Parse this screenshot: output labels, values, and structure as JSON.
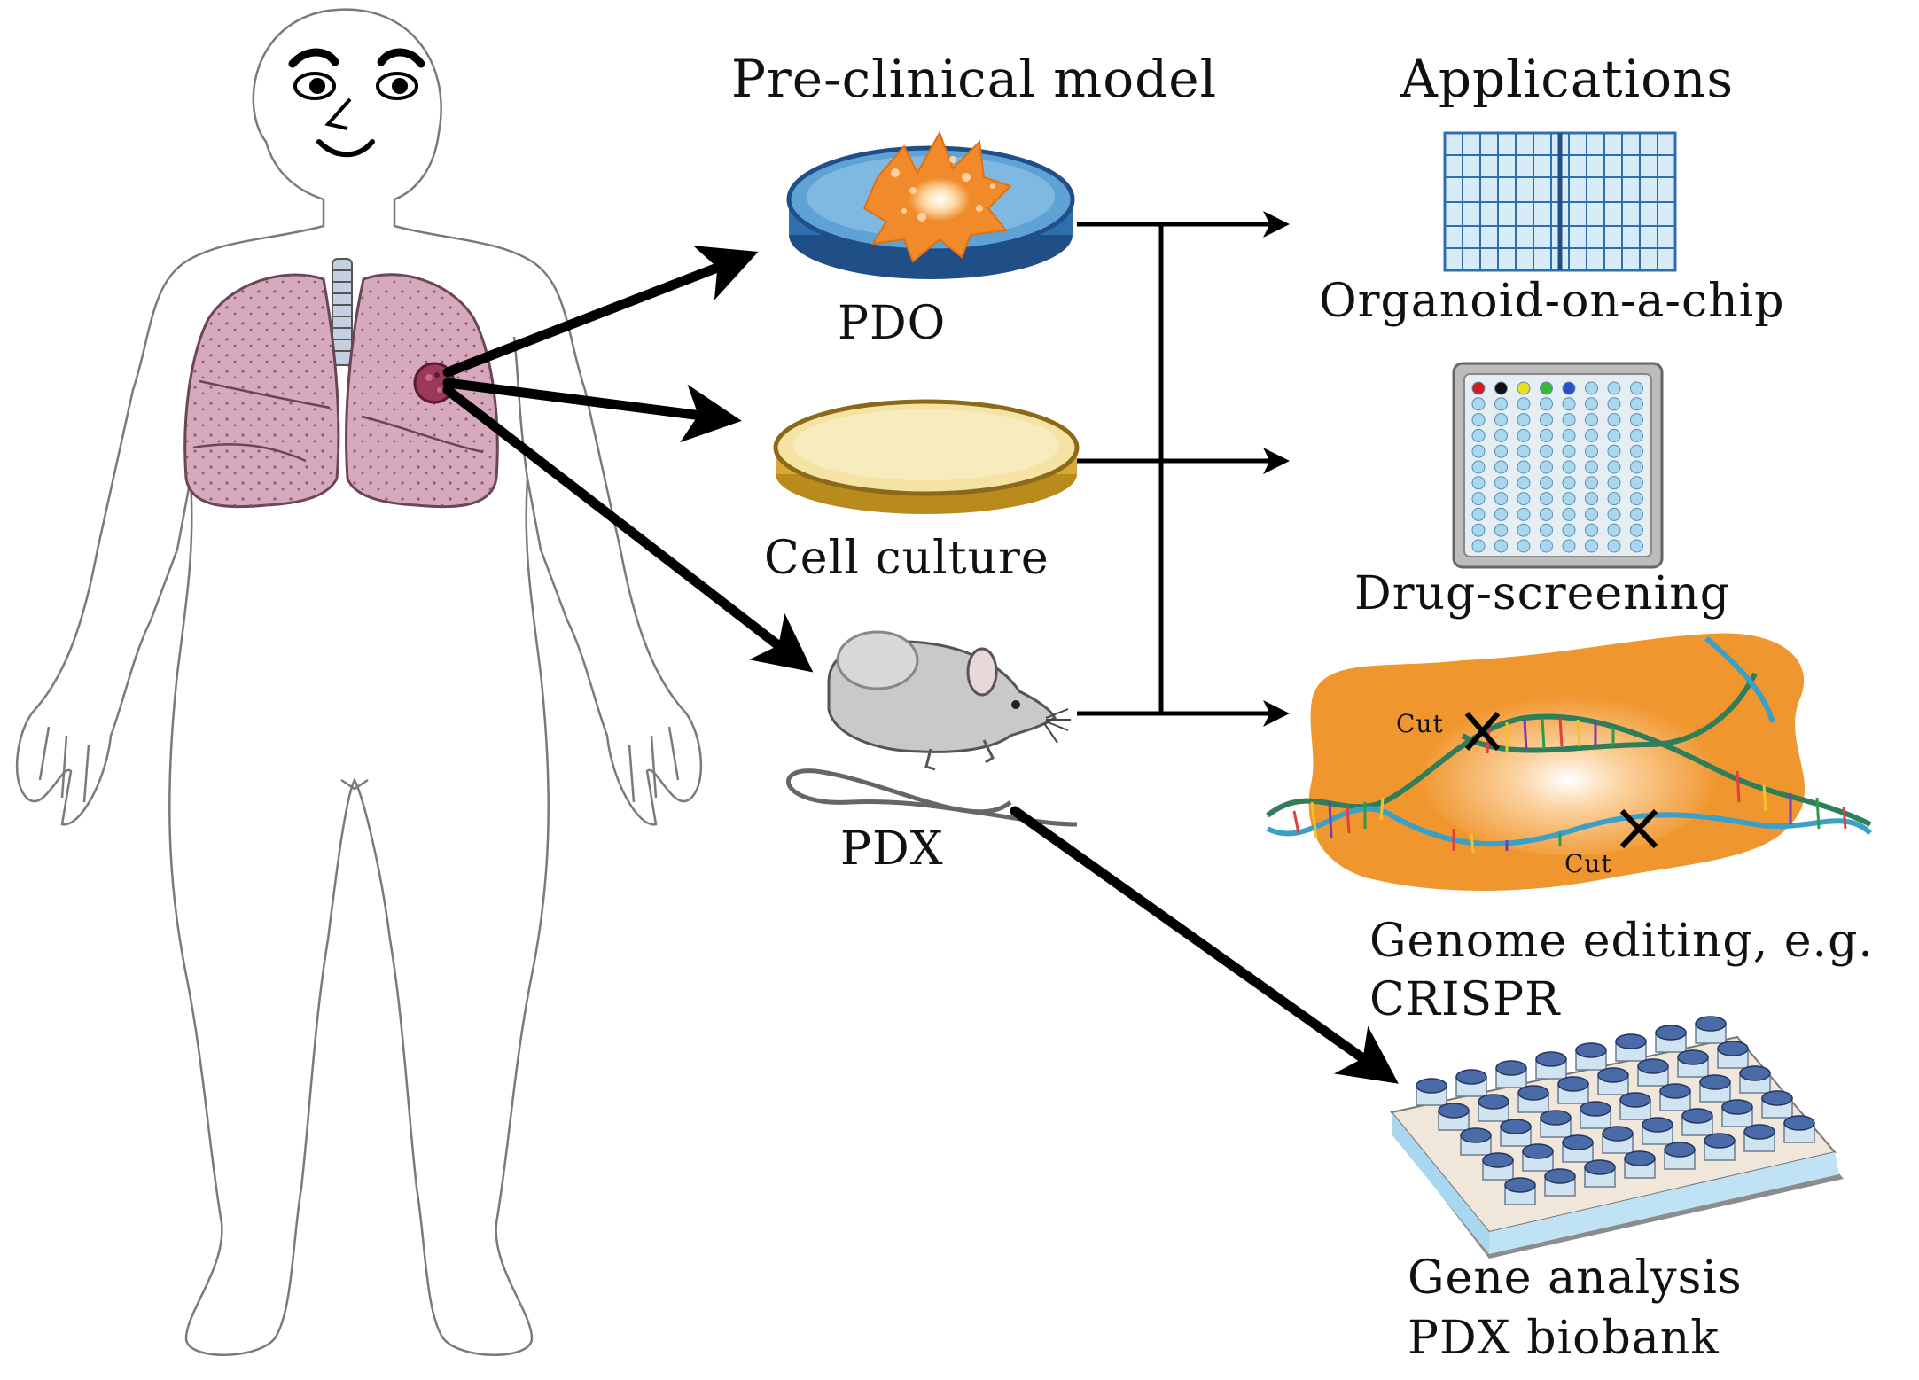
{
  "headers": {
    "preclinical": "Pre-clinical model",
    "applications": "Applications"
  },
  "models": {
    "pdo": "PDO",
    "cell_culture": "Cell culture",
    "pdx": "PDX"
  },
  "applications": {
    "organoid_chip": "Organoid-on-a-chip",
    "drug_screening": "Drug-screening",
    "genome_editing_1": "Genome editing, e.g.",
    "genome_editing_2": "CRISPR",
    "gene_analysis": "Gene analysis",
    "pdx_biobank": "PDX biobank"
  },
  "crispr": {
    "cut_top": "Cut",
    "cut_bottom": "Cut"
  },
  "colors": {
    "lung": "#d7a9bd",
    "tumor": "#9b3a58",
    "organoid": "#f08a2a",
    "dish_blue": "#2f6fb0",
    "dish_yellow": "#f4e3a3",
    "mouse": "#c9c9c9",
    "crispr_bg": "#f0962e",
    "plate_blue": "#a9d7ef",
    "biobank_cap": "#4a6aa8"
  }
}
